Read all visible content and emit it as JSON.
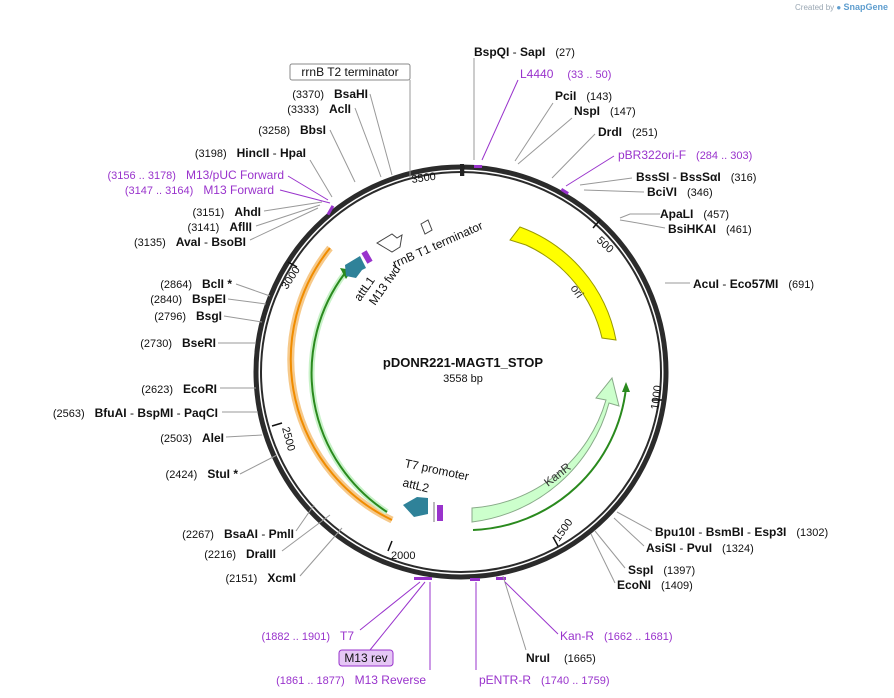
{
  "branding": {
    "created_by": "Created by",
    "app": "SnapGene"
  },
  "plasmid": {
    "name": "pDONR221-MAGT1_STOP",
    "length_label": "3558 bp"
  },
  "ring_ticks": [
    "500",
    "1000",
    "1500",
    "2000",
    "2500",
    "3000",
    "3500"
  ],
  "colors": {
    "primer": "#9933cc",
    "ori": "#ffff00",
    "kanr": "#ccffcc",
    "attl": "#2f8299",
    "m13box": "#e5c7f5",
    "sel": "#ff9f1c"
  },
  "sites": [
    {
      "name": "BspQI",
      "sep": " - ",
      "name2": "SapI",
      "pos": "(27)"
    },
    {
      "name": "PciI",
      "pos": "(143)"
    },
    {
      "name": "NspI",
      "pos": "(147)"
    },
    {
      "name": "DrdI",
      "pos": "(251)"
    },
    {
      "name": "BssSI",
      "sep": " - ",
      "name2": "BssSαI",
      "pos": "(316)"
    },
    {
      "name": "BciVI",
      "pos": "(346)"
    },
    {
      "name": "ApaLI",
      "pos": "(457)"
    },
    {
      "name": "BsiHKAI",
      "pos": "(461)"
    },
    {
      "name": "AcuI",
      "sep": " - ",
      "name2": "Eco57MI",
      "pos": "(691)"
    },
    {
      "name": "Bpu10I",
      "sep": " - ",
      "name2": "BsmBI",
      "sep2": " - ",
      "name3": "Esp3I",
      "pos": "(1302)"
    },
    {
      "name": "AsiSI",
      "sep": " - ",
      "name2": "PvuI",
      "pos": "(1324)"
    },
    {
      "name": "SspI",
      "pos": "(1397)"
    },
    {
      "name": "EcoNI",
      "pos": "(1409)"
    },
    {
      "name": "NruI",
      "pos": "(1665)"
    },
    {
      "name": "XcmI",
      "pos": "(2151)"
    },
    {
      "name": "DraIII",
      "pos": "(2216)"
    },
    {
      "name": "BsaAI",
      "sep": " - ",
      "name2": "PmlI",
      "pos": "(2267)"
    },
    {
      "name": "StuI *",
      "pos": "(2424)"
    },
    {
      "name": "AleI",
      "pos": "(2503)"
    },
    {
      "name": "BfuAI",
      "sep": " - ",
      "name2": "BspMI",
      "sep2": " - ",
      "name3": "PaqCI",
      "pos": "(2563)"
    },
    {
      "name": "EcoRI",
      "pos": "(2623)"
    },
    {
      "name": "BseRI",
      "pos": "(2730)"
    },
    {
      "name": "BsgI",
      "pos": "(2796)"
    },
    {
      "name": "BspEI",
      "pos": "(2840)"
    },
    {
      "name": "BclI *",
      "pos": "(2864)"
    },
    {
      "name": "AvaI",
      "sep": " - ",
      "name2": "BsoBI",
      "pos": "(3135)"
    },
    {
      "name": "AflII",
      "pos": "(3141)"
    },
    {
      "name": "AhdI",
      "pos": "(3151)"
    },
    {
      "name": "HincII",
      "sep": " - ",
      "name2": "HpaI",
      "pos": "(3198)"
    },
    {
      "name": "BbsI",
      "pos": "(3258)"
    },
    {
      "name": "AclI",
      "pos": "(3333)"
    },
    {
      "name": "BsaHI",
      "pos": "(3370)"
    }
  ],
  "primers": [
    {
      "name": "L4440",
      "range": "(33 .. 50)"
    },
    {
      "name": "pBR322ori-F",
      "range": "(284 .. 303)"
    },
    {
      "name": "Kan-R",
      "range": "(1662 .. 1681)"
    },
    {
      "name": "pENTR-R",
      "range": "(1740 .. 1759)"
    },
    {
      "name": "M13 Reverse",
      "range": "(1861 .. 1877)"
    },
    {
      "name": "M13 rev"
    },
    {
      "name": "T7",
      "range": "(1882 .. 1901)"
    },
    {
      "name": "M13 Forward",
      "range": "(3147 .. 3164)"
    },
    {
      "name": "M13/pUC Forward",
      "range": "(3156 .. 3178)"
    }
  ],
  "features": {
    "rrnb_t2": "rrnB T2 terminator",
    "rrnb_t1": "rrnB T1 terminator",
    "attl1": "attL1",
    "m13fwd": "M13 fwd",
    "ori": "ori",
    "kanr": "KanR",
    "t7promoter": "T7 promoter",
    "attl2": "attL2"
  }
}
